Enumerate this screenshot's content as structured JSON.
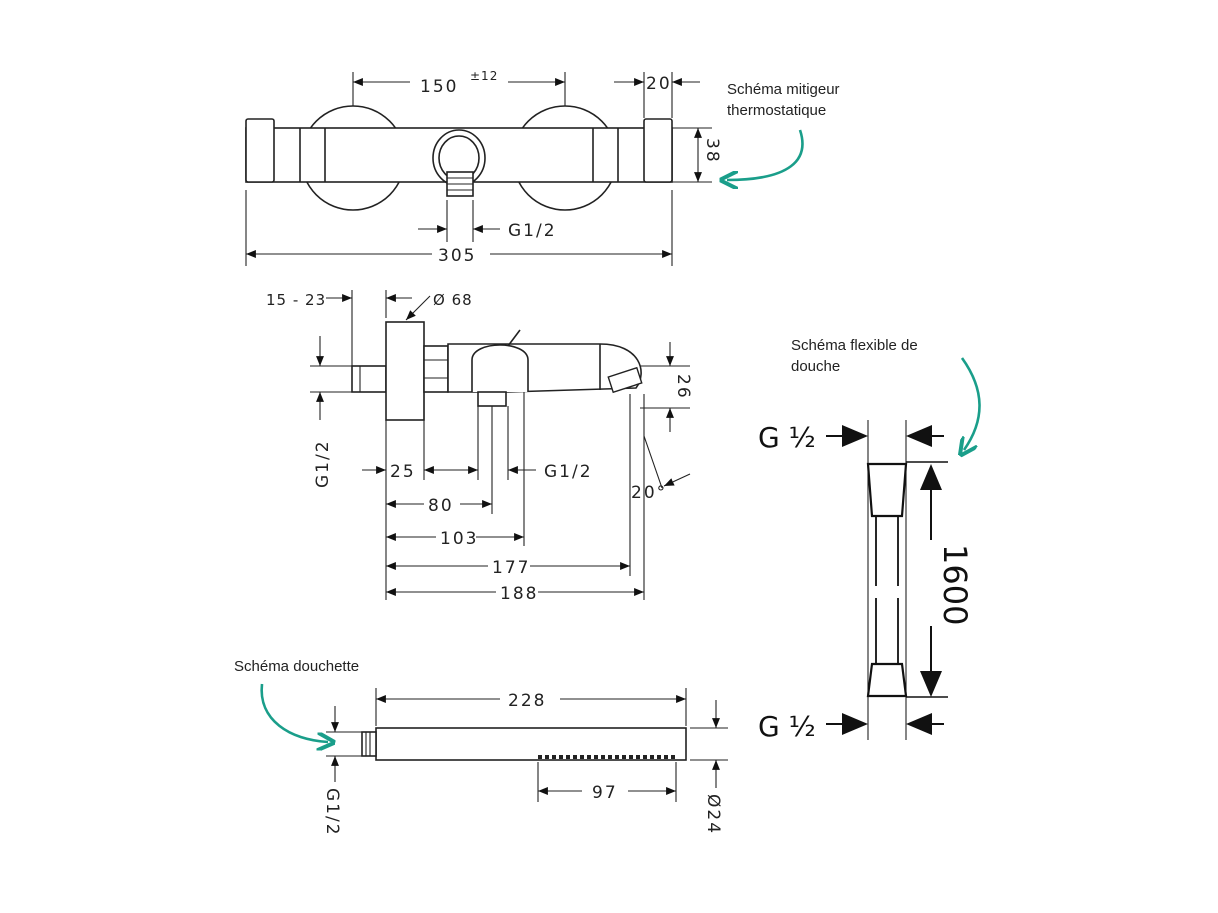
{
  "colors": {
    "line": "#222222",
    "annotation_arrow": "#1a9e8a",
    "background": "#ffffff"
  },
  "mixer": {
    "title_line1": "Schéma mitigeur",
    "title_line2": "thermostatique",
    "dim_150": "150",
    "dim_150_tol": "±12",
    "dim_20": "20",
    "dim_38": "38",
    "dim_g12": "G1/2",
    "dim_305": "305"
  },
  "side": {
    "dim_15_23": "15 - 23",
    "dim_d68": "Ø 68",
    "dim_g12_vert": "G1/2",
    "dim_25": "25",
    "dim_g12": "G1/2",
    "dim_26": "26",
    "dim_20deg": "20°",
    "dim_80": "80",
    "dim_103": "103",
    "dim_177": "177",
    "dim_188": "188"
  },
  "hose": {
    "title_line1": "Schéma flexible de",
    "title_line2": "douche",
    "g_top": "G ½",
    "g_bottom": "G ½",
    "dim_1600": "1600"
  },
  "handshower": {
    "title": "Schéma douchette",
    "dim_228": "228",
    "dim_97": "97",
    "dim_g12": "G1/2",
    "dim_d24": "Ø24"
  }
}
